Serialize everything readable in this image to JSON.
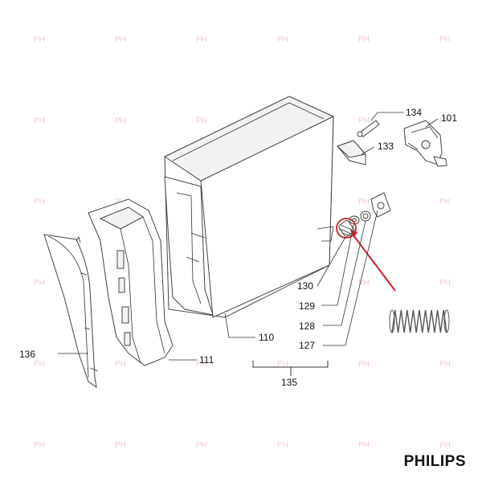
{
  "brand": "PHILIPS",
  "watermark_text": "PH",
  "callouts": {
    "p101": "101",
    "p110": "110",
    "p111": "111",
    "p127": "127",
    "p128": "128",
    "p129": "129",
    "p130": "130",
    "p133": "133",
    "p134": "134",
    "p135": "135",
    "p136": "136"
  },
  "colors": {
    "highlight": "#cc1f2b",
    "outline": "#444444",
    "watermark": "#f3c9cf"
  }
}
